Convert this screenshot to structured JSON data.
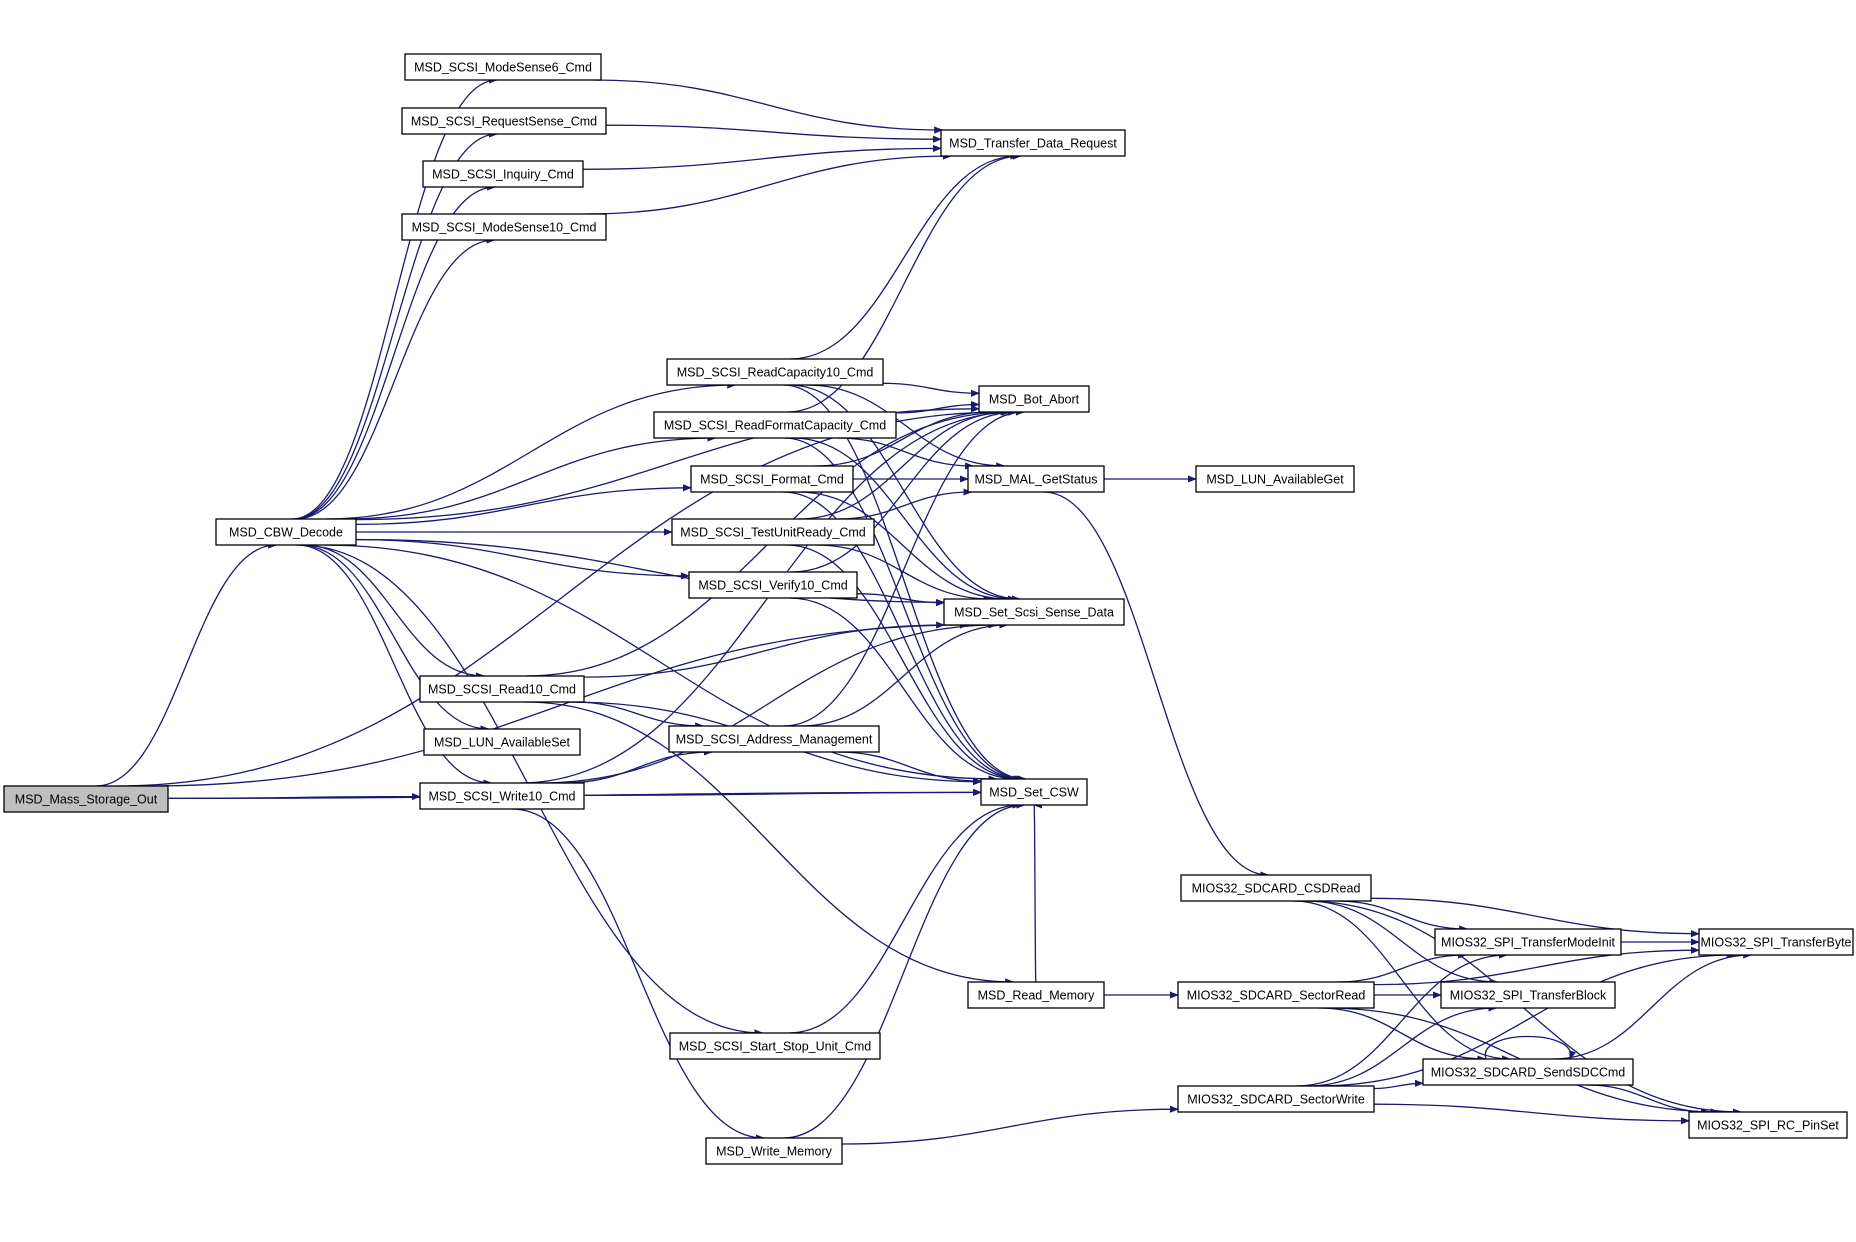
{
  "colors": {
    "edge": "#191970",
    "node_border": "#000000",
    "root_fill": "#bfbfbf",
    "node_fill": "#ffffff"
  },
  "nodes": [
    {
      "id": "mass_storage_out",
      "label": "MSD_Mass_Storage_Out",
      "root": true
    },
    {
      "id": "cbw_decode",
      "label": "MSD_CBW_Decode"
    },
    {
      "id": "modesense6",
      "label": "MSD_SCSI_ModeSense6_Cmd"
    },
    {
      "id": "requestsense",
      "label": "MSD_SCSI_RequestSense_Cmd"
    },
    {
      "id": "inquiry",
      "label": "MSD_SCSI_Inquiry_Cmd"
    },
    {
      "id": "modesense10",
      "label": "MSD_SCSI_ModeSense10_Cmd"
    },
    {
      "id": "transfer_data_request",
      "label": "MSD_Transfer_Data_Request"
    },
    {
      "id": "readcapacity10",
      "label": "MSD_SCSI_ReadCapacity10_Cmd"
    },
    {
      "id": "readformatcapacity",
      "label": "MSD_SCSI_ReadFormatCapacity_Cmd"
    },
    {
      "id": "format",
      "label": "MSD_SCSI_Format_Cmd"
    },
    {
      "id": "testunitready",
      "label": "MSD_SCSI_TestUnitReady_Cmd"
    },
    {
      "id": "verify10",
      "label": "MSD_SCSI_Verify10_Cmd"
    },
    {
      "id": "bot_abort",
      "label": "MSD_Bot_Abort"
    },
    {
      "id": "mal_getstatus",
      "label": "MSD_MAL_GetStatus"
    },
    {
      "id": "lun_availableget",
      "label": "MSD_LUN_AvailableGet"
    },
    {
      "id": "set_scsi_sense_data",
      "label": "MSD_Set_Scsi_Sense_Data"
    },
    {
      "id": "read10",
      "label": "MSD_SCSI_Read10_Cmd"
    },
    {
      "id": "lun_availableset",
      "label": "MSD_LUN_AvailableSet"
    },
    {
      "id": "address_management",
      "label": "MSD_SCSI_Address_Management"
    },
    {
      "id": "write10",
      "label": "MSD_SCSI_Write10_Cmd"
    },
    {
      "id": "set_csw",
      "label": "MSD_Set_CSW"
    },
    {
      "id": "sdcard_csdread",
      "label": "MIOS32_SDCARD_CSDRead"
    },
    {
      "id": "spi_transfermodeinit",
      "label": "MIOS32_SPI_TransferModeInit"
    },
    {
      "id": "spi_transferbyte",
      "label": "MIOS32_SPI_TransferByte"
    },
    {
      "id": "read_memory",
      "label": "MSD_Read_Memory"
    },
    {
      "id": "sdcard_sectorread",
      "label": "MIOS32_SDCARD_SectorRead"
    },
    {
      "id": "spi_transferblock",
      "label": "MIOS32_SPI_TransferBlock"
    },
    {
      "id": "start_stop_unit",
      "label": "MSD_SCSI_Start_Stop_Unit_Cmd"
    },
    {
      "id": "sdcard_sendsdccmd",
      "label": "MIOS32_SDCARD_SendSDCCmd"
    },
    {
      "id": "sdcard_sectorwrite",
      "label": "MIOS32_SDCARD_SectorWrite"
    },
    {
      "id": "spi_rc_pinset",
      "label": "MIOS32_SPI_RC_PinSet"
    },
    {
      "id": "write_memory",
      "label": "MSD_Write_Memory"
    }
  ],
  "edges": [
    [
      "mass_storage_out",
      "cbw_decode"
    ],
    [
      "mass_storage_out",
      "bot_abort"
    ],
    [
      "mass_storage_out",
      "write10"
    ],
    [
      "mass_storage_out",
      "set_scsi_sense_data"
    ],
    [
      "mass_storage_out",
      "set_csw"
    ],
    [
      "cbw_decode",
      "modesense6"
    ],
    [
      "cbw_decode",
      "requestsense"
    ],
    [
      "cbw_decode",
      "inquiry"
    ],
    [
      "cbw_decode",
      "modesense10"
    ],
    [
      "cbw_decode",
      "bot_abort"
    ],
    [
      "cbw_decode",
      "readcapacity10"
    ],
    [
      "cbw_decode",
      "readformatcapacity"
    ],
    [
      "cbw_decode",
      "format"
    ],
    [
      "cbw_decode",
      "testunitready"
    ],
    [
      "cbw_decode",
      "verify10"
    ],
    [
      "cbw_decode",
      "set_scsi_sense_data"
    ],
    [
      "cbw_decode",
      "read10"
    ],
    [
      "cbw_decode",
      "lun_availableset"
    ],
    [
      "cbw_decode",
      "write10"
    ],
    [
      "cbw_decode",
      "start_stop_unit"
    ],
    [
      "cbw_decode",
      "set_csw"
    ],
    [
      "modesense6",
      "transfer_data_request"
    ],
    [
      "requestsense",
      "transfer_data_request"
    ],
    [
      "inquiry",
      "transfer_data_request"
    ],
    [
      "modesense10",
      "transfer_data_request"
    ],
    [
      "readcapacity10",
      "transfer_data_request"
    ],
    [
      "readcapacity10",
      "bot_abort"
    ],
    [
      "readcapacity10",
      "mal_getstatus"
    ],
    [
      "readcapacity10",
      "set_scsi_sense_data"
    ],
    [
      "readcapacity10",
      "set_csw"
    ],
    [
      "readformatcapacity",
      "transfer_data_request"
    ],
    [
      "readformatcapacity",
      "bot_abort"
    ],
    [
      "readformatcapacity",
      "mal_getstatus"
    ],
    [
      "readformatcapacity",
      "set_scsi_sense_data"
    ],
    [
      "readformatcapacity",
      "set_csw"
    ],
    [
      "format",
      "bot_abort"
    ],
    [
      "format",
      "mal_getstatus"
    ],
    [
      "format",
      "set_scsi_sense_data"
    ],
    [
      "format",
      "set_csw"
    ],
    [
      "testunitready",
      "bot_abort"
    ],
    [
      "testunitready",
      "mal_getstatus"
    ],
    [
      "testunitready",
      "set_scsi_sense_data"
    ],
    [
      "testunitready",
      "set_csw"
    ],
    [
      "verify10",
      "bot_abort"
    ],
    [
      "verify10",
      "set_scsi_sense_data"
    ],
    [
      "verify10",
      "set_csw"
    ],
    [
      "mal_getstatus",
      "lun_availableget"
    ],
    [
      "mal_getstatus",
      "sdcard_csdread"
    ],
    [
      "read10",
      "bot_abort"
    ],
    [
      "read10",
      "set_scsi_sense_data"
    ],
    [
      "read10",
      "address_management"
    ],
    [
      "read10",
      "set_csw"
    ],
    [
      "read10",
      "read_memory"
    ],
    [
      "write10",
      "bot_abort"
    ],
    [
      "write10",
      "address_management"
    ],
    [
      "write10",
      "set_scsi_sense_data"
    ],
    [
      "write10",
      "set_csw"
    ],
    [
      "write10",
      "write_memory"
    ],
    [
      "address_management",
      "bot_abort"
    ],
    [
      "address_management",
      "set_scsi_sense_data"
    ],
    [
      "address_management",
      "set_csw"
    ],
    [
      "start_stop_unit",
      "set_csw"
    ],
    [
      "read_memory",
      "set_csw"
    ],
    [
      "read_memory",
      "sdcard_sectorread"
    ],
    [
      "write_memory",
      "set_csw"
    ],
    [
      "write_memory",
      "sdcard_sectorwrite"
    ],
    [
      "sdcard_csdread",
      "spi_transferbyte"
    ],
    [
      "sdcard_csdread",
      "spi_rc_pinset"
    ],
    [
      "sdcard_csdread",
      "spi_transfermodeinit"
    ],
    [
      "sdcard_csdread",
      "spi_transferblock"
    ],
    [
      "sdcard_csdread",
      "sdcard_sendsdccmd"
    ],
    [
      "sdcard_sectorread",
      "spi_transferbyte"
    ],
    [
      "sdcard_sectorread",
      "spi_transfermodeinit"
    ],
    [
      "sdcard_sectorread",
      "spi_transferblock"
    ],
    [
      "sdcard_sectorread",
      "sdcard_sendsdccmd"
    ],
    [
      "sdcard_sectorread",
      "spi_rc_pinset"
    ],
    [
      "sdcard_sectorwrite",
      "spi_transfermodeinit"
    ],
    [
      "sdcard_sectorwrite",
      "spi_transferblock"
    ],
    [
      "sdcard_sectorwrite",
      "sdcard_sendsdccmd"
    ],
    [
      "sdcard_sectorwrite",
      "spi_transferbyte"
    ],
    [
      "sdcard_sectorwrite",
      "spi_rc_pinset"
    ],
    [
      "spi_transfermodeinit",
      "spi_transferbyte"
    ],
    [
      "sdcard_sendsdccmd",
      "spi_transferbyte"
    ],
    [
      "sdcard_sendsdccmd",
      "spi_rc_pinset"
    ],
    [
      "sdcard_sendsdccmd",
      "sdcard_sendsdccmd"
    ]
  ]
}
